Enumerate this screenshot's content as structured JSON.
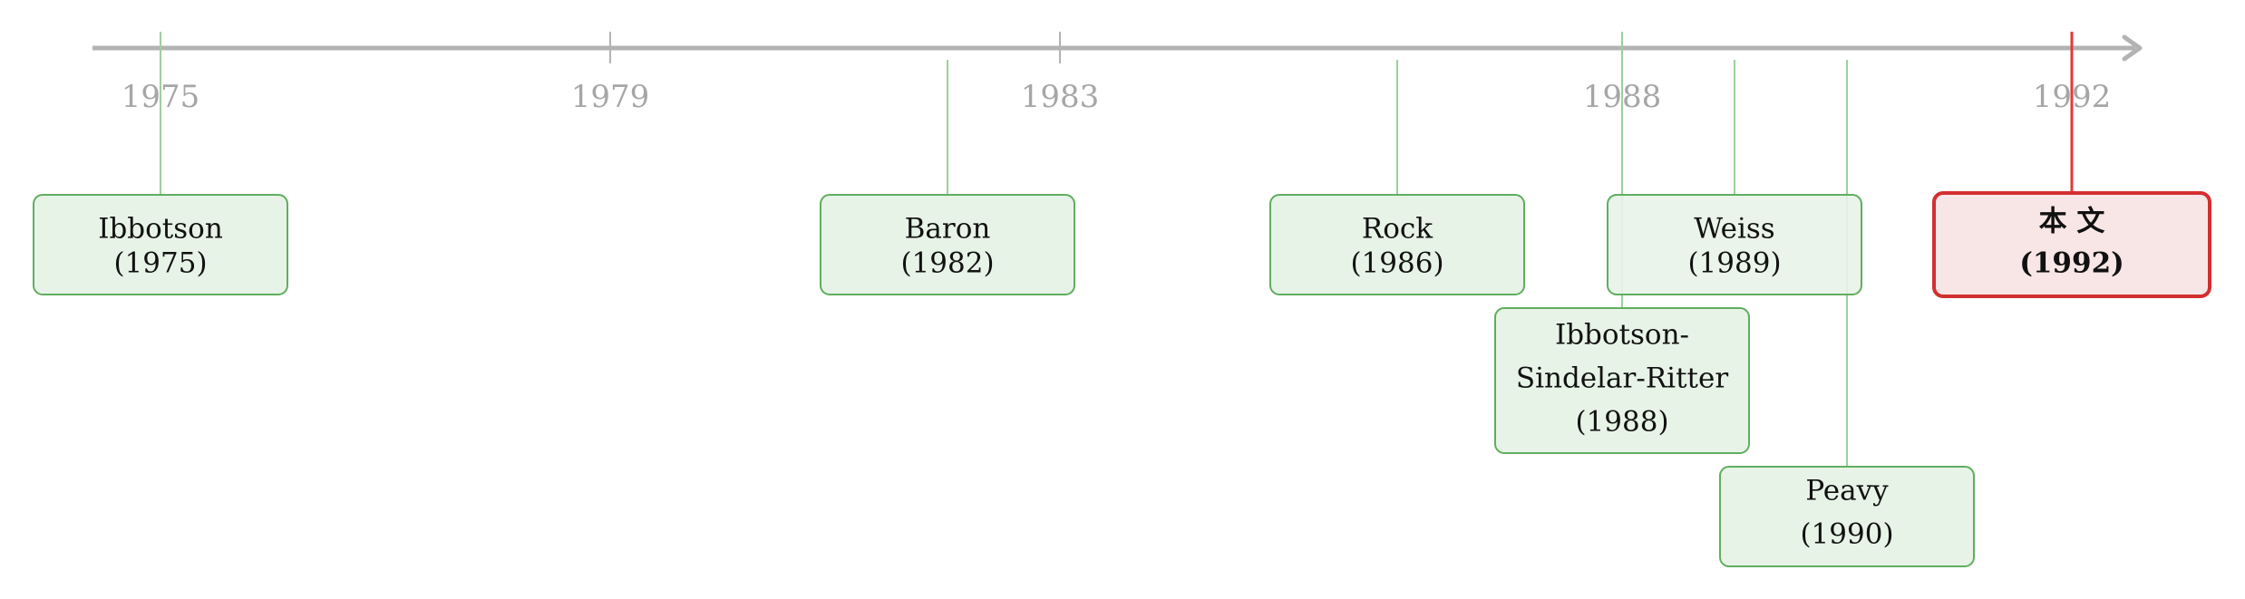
{
  "timeline": {
    "ticks": [
      "1975",
      "1979",
      "1983",
      "1988",
      "1992"
    ],
    "events": [
      {
        "name": "Ibbotson",
        "year": "(1975)",
        "highlight": false
      },
      {
        "name": "Baron",
        "year": "(1982)",
        "highlight": false
      },
      {
        "name": "Rock",
        "year": "(1986)",
        "highlight": false
      },
      {
        "name": "Weiss",
        "year": "(1989)",
        "highlight": false
      },
      {
        "name_line1": "Ibbotson-",
        "name_line2": "Sindelar-Ritter",
        "year": "(1988)",
        "highlight": false
      },
      {
        "name": "Peavy",
        "year": "(1990)",
        "highlight": false
      },
      {
        "name": "本 文",
        "year": "(1992)",
        "highlight": true
      }
    ]
  },
  "colors": {
    "axis": "#b3b3b3",
    "node_fill": "#e8f3e8",
    "node_stroke": "#5fae5f",
    "connector": "#9ccf9c",
    "highlight_fill": "#f8e6e6",
    "highlight_stroke": "#d32f2f",
    "highlight_connector": "#e53935"
  }
}
